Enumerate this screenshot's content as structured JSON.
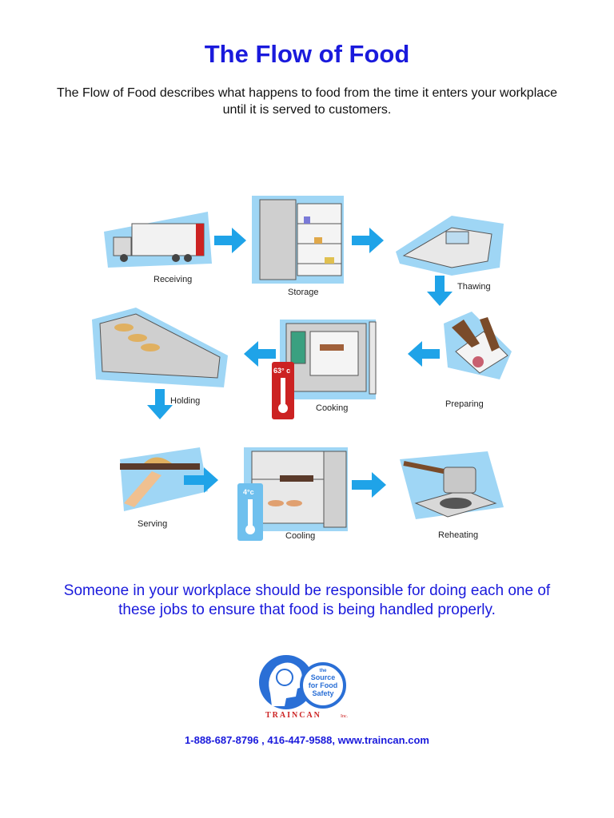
{
  "header": {
    "title": "The Flow of Food",
    "intro_line1": "The Flow of Food describes what happens to food from the time it enters your workplace",
    "intro_line2": "until it is served to customers."
  },
  "flow": {
    "steps": [
      "Receiving",
      "Storage",
      "Thawing",
      "Preparing",
      "Cooking",
      "Holding",
      "Serving",
      "Cooling",
      "Reheating"
    ],
    "cooking_temp": "63° c",
    "cooling_temp": "4°c"
  },
  "note": {
    "line1": "Someone in your workplace should be responsible for doing each one of",
    "line2": "these jobs to ensure that food is being handled properly."
  },
  "logo": {
    "line1": "the",
    "line2": "Source",
    "line3": "for Food",
    "line4": "Safety",
    "brand": "TRAINCAN",
    "suffix": "Inc."
  },
  "contact": "1-888-687-8796 , 416-447-9588, www.traincan.com",
  "colors": {
    "title": "#1a1adc",
    "arrow": "#1fa3e8",
    "accent": "#cc2222"
  }
}
